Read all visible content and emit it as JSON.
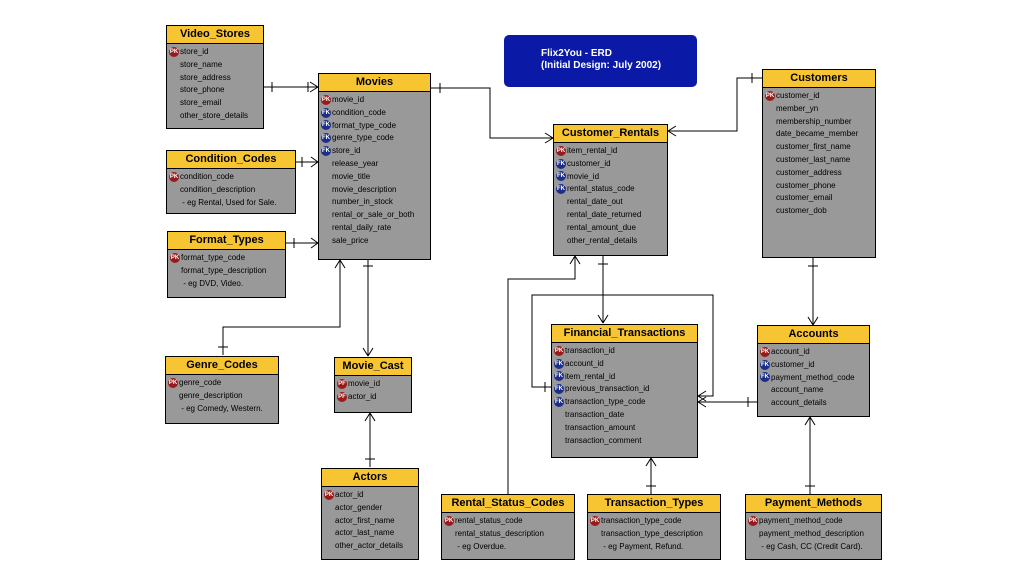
{
  "title": {
    "line1": "Flix2You - ERD",
    "line2": "(Initial Design: July 2002)"
  },
  "entities": {
    "video_stores": {
      "name": "Video_Stores",
      "attributes": [
        {
          "key": "PK",
          "text": "store_id"
        },
        {
          "key": "",
          "text": "store_name"
        },
        {
          "key": "",
          "text": "store_address"
        },
        {
          "key": "",
          "text": "store_phone"
        },
        {
          "key": "",
          "text": "store_email"
        },
        {
          "key": "",
          "text": "other_store_details"
        }
      ]
    },
    "condition_codes": {
      "name": "Condition_Codes",
      "attributes": [
        {
          "key": "PK",
          "text": "condition_code"
        },
        {
          "key": "",
          "text": "condition_description"
        },
        {
          "key": "",
          "text": " - eg Rental, Used for Sale."
        }
      ]
    },
    "format_types": {
      "name": "Format_Types",
      "attributes": [
        {
          "key": "PK",
          "text": "format_type_code"
        },
        {
          "key": "",
          "text": "format_type_description"
        },
        {
          "key": "",
          "text": " - eg DVD, Video."
        }
      ]
    },
    "genre_codes": {
      "name": "Genre_Codes",
      "attributes": [
        {
          "key": "PK",
          "text": "genre_code"
        },
        {
          "key": "",
          "text": "genre_description"
        },
        {
          "key": "",
          "text": " - eg Comedy, Western."
        }
      ]
    },
    "movies": {
      "name": "Movies",
      "attributes": [
        {
          "key": "PK",
          "text": "movie_id"
        },
        {
          "key": "FK",
          "text": "condition_code"
        },
        {
          "key": "FK",
          "text": "format_type_code"
        },
        {
          "key": "FK",
          "text": "genre_type_code"
        },
        {
          "key": "FK",
          "text": "store_id"
        },
        {
          "key": "",
          "text": "release_year"
        },
        {
          "key": "",
          "text": "movie_title"
        },
        {
          "key": "",
          "text": "movie_description"
        },
        {
          "key": "",
          "text": "number_in_stock"
        },
        {
          "key": "",
          "text": "rental_or_sale_or_both"
        },
        {
          "key": "",
          "text": "rental_daily_rate"
        },
        {
          "key": "",
          "text": "sale_price"
        }
      ]
    },
    "movie_cast": {
      "name": "Movie_Cast",
      "attributes": [
        {
          "key": "PF",
          "text": "movie_id"
        },
        {
          "key": "PF",
          "text": "actor_id"
        }
      ]
    },
    "actors": {
      "name": "Actors",
      "attributes": [
        {
          "key": "PK",
          "text": "actor_id"
        },
        {
          "key": "",
          "text": "actor_gender"
        },
        {
          "key": "",
          "text": "actor_first_name"
        },
        {
          "key": "",
          "text": "actor_last_name"
        },
        {
          "key": "",
          "text": "other_actor_details"
        }
      ]
    },
    "customer_rentals": {
      "name": "Customer_Rentals",
      "attributes": [
        {
          "key": "PK",
          "text": "item_rental_id"
        },
        {
          "key": "FK",
          "text": "customer_id"
        },
        {
          "key": "FK",
          "text": "movie_id"
        },
        {
          "key": "FK",
          "text": "rental_status_code"
        },
        {
          "key": "",
          "text": "rental_date_out"
        },
        {
          "key": "",
          "text": "rental_date_returned"
        },
        {
          "key": "",
          "text": "rental_amount_due"
        },
        {
          "key": "",
          "text": "other_rental_details"
        }
      ]
    },
    "customers": {
      "name": "Customers",
      "attributes": [
        {
          "key": "PK",
          "text": "customer_id"
        },
        {
          "key": "",
          "text": "member_yn"
        },
        {
          "key": "",
          "text": "membership_number"
        },
        {
          "key": "",
          "text": "date_became_member"
        },
        {
          "key": "",
          "text": "customer_first_name"
        },
        {
          "key": "",
          "text": "customer_last_name"
        },
        {
          "key": "",
          "text": "customer_address"
        },
        {
          "key": "",
          "text": "customer_phone"
        },
        {
          "key": "",
          "text": "customer_email"
        },
        {
          "key": "",
          "text": "customer_dob"
        }
      ]
    },
    "financial_transactions": {
      "name": "Financial_Transactions",
      "attributes": [
        {
          "key": "PK",
          "text": "transaction_id"
        },
        {
          "key": "FK",
          "text": "account_id"
        },
        {
          "key": "FK",
          "text": "item_rental_id"
        },
        {
          "key": "FK",
          "text": "previous_transaction_id"
        },
        {
          "key": "FK",
          "text": "transaction_type_code"
        },
        {
          "key": "",
          "text": "transaction_date"
        },
        {
          "key": "",
          "text": "transaction_amount"
        },
        {
          "key": "",
          "text": "transaction_comment"
        }
      ]
    },
    "accounts": {
      "name": "Accounts",
      "attributes": [
        {
          "key": "PK",
          "text": "account_id"
        },
        {
          "key": "FK",
          "text": "customer_id"
        },
        {
          "key": "FK",
          "text": "payment_method_code"
        },
        {
          "key": "",
          "text": "account_name"
        },
        {
          "key": "",
          "text": "account_details"
        }
      ]
    },
    "rental_status_codes": {
      "name": "Rental_Status_Codes",
      "attributes": [
        {
          "key": "PK",
          "text": "rental_status_code"
        },
        {
          "key": "",
          "text": "rental_status_description"
        },
        {
          "key": "",
          "text": " - eg Overdue."
        }
      ]
    },
    "transaction_types": {
      "name": "Transaction_Types",
      "attributes": [
        {
          "key": "PK",
          "text": "transaction_type_code"
        },
        {
          "key": "",
          "text": "transaction_type_description"
        },
        {
          "key": "",
          "text": " - eg Payment, Refund."
        }
      ]
    },
    "payment_methods": {
      "name": "Payment_Methods",
      "attributes": [
        {
          "key": "PK",
          "text": "payment_method_code"
        },
        {
          "key": "",
          "text": "payment_method_description"
        },
        {
          "key": "",
          "text": " - eg Cash, CC (Credit Card)."
        }
      ]
    }
  },
  "colors": {
    "header": "#f7c531",
    "body": "#999999",
    "title_bg": "#0a1aa6",
    "pk": "#9a1a1a",
    "fk": "#1c2f88"
  }
}
